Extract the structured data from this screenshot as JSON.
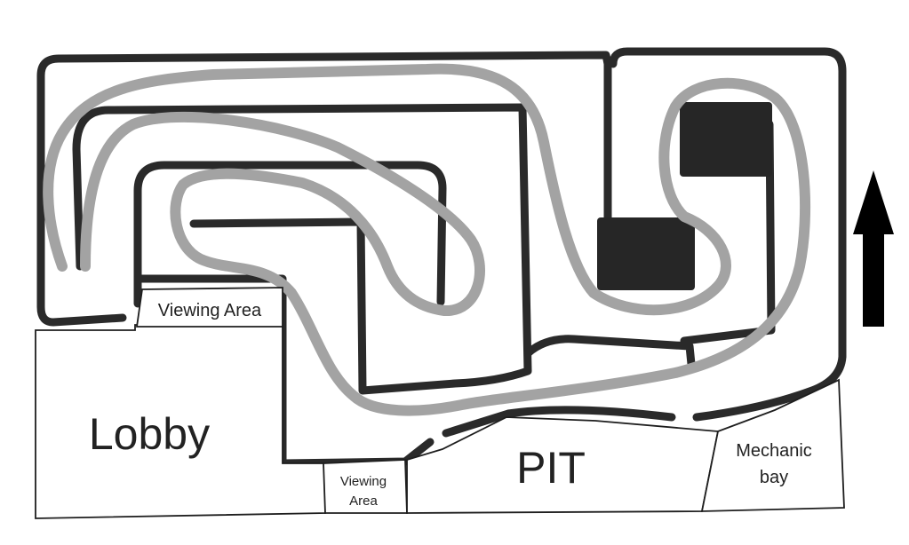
{
  "areas": {
    "lobby": "Lobby",
    "viewing_area_top": "Viewing Area",
    "viewing_area_bottom_line1": "Viewing",
    "viewing_area_bottom_line2": "Area",
    "pit": "PIT",
    "mechanic_bay_line1": "Mechanic",
    "mechanic_bay_line2": "bay"
  },
  "direction": "up",
  "colors": {
    "walls": "#2a2a2a",
    "racing_line": "#a3a3a3",
    "background": "#ffffff"
  }
}
